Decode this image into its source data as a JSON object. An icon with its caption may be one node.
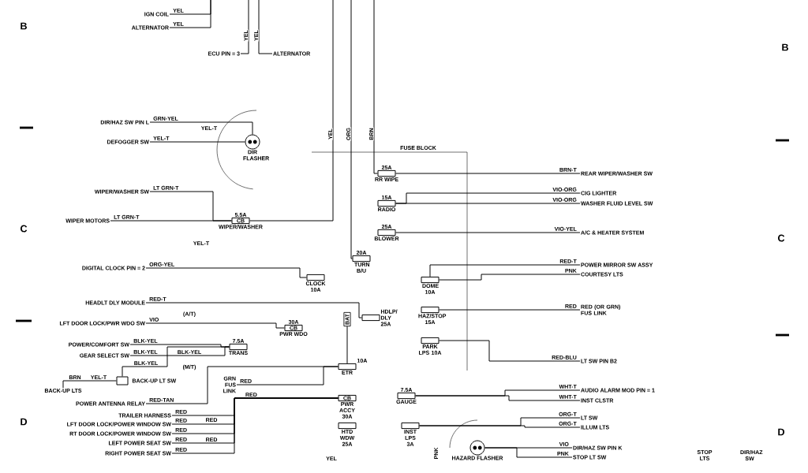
{
  "diagram": {
    "nodes": [
      {
        "text": [
          "IGN COIL"
        ]
      },
      {
        "text": [
          "ALTERNATOR"
        ]
      },
      {
        "text": [
          "ECU PIN = 3"
        ]
      },
      {
        "text": [
          "ALTERNATOR"
        ]
      },
      {
        "text": [
          "DIR/HAZ SW PIN L"
        ]
      },
      {
        "text": [
          "DEFOGGER SW"
        ]
      },
      {
        "text": [
          "DIR FLASHER"
        ]
      },
      {
        "text": [
          "WIPER/WASHER SW"
        ]
      },
      {
        "text": [
          "WIPER MOTORS"
        ]
      },
      {
        "text": [
          "5.5A",
          "CB",
          "WIPER/WASHER"
        ]
      },
      {
        "text": [
          "DIGITAL CLOCK PIN = 2"
        ]
      },
      {
        "text": [
          "CLOCK 10A"
        ]
      },
      {
        "text": [
          "HEADLT DLY MODULE"
        ]
      },
      {
        "text": [
          "LFT DOOR LOCK/PWR WDO SW"
        ]
      },
      {
        "text": [
          "30A",
          "CB",
          "PWR WDO"
        ]
      },
      {
        "text": [
          "POWER/COMFORT SW"
        ]
      },
      {
        "text": [
          "GEAR SELECT SW"
        ]
      },
      {
        "text": [
          "7.5A",
          "TRANS"
        ]
      },
      {
        "text": [
          "BACK-UP LT SW"
        ]
      },
      {
        "text": [
          "BACK-UP LTS"
        ]
      },
      {
        "text": [
          "POWER ANTENNA RELAY"
        ]
      },
      {
        "text": [
          "GRN FUS LINK"
        ]
      },
      {
        "text": [
          "TRAILER HARNESS"
        ]
      },
      {
        "text": [
          "LFT DOOR LOCK/POWER WINDOW SW"
        ]
      },
      {
        "text": [
          "RT DOOR LOCK/POWER WINDOW SW"
        ]
      },
      {
        "text": [
          "LEFT POWER SEAT SW"
        ]
      },
      {
        "text": [
          "RIGHT POWER SEAT SW"
        ]
      },
      {
        "text": [
          "BAT"
        ]
      },
      {
        "text": [
          "10A",
          "ETR"
        ]
      },
      {
        "text": [
          "CB",
          "PWR ACCY 30A"
        ]
      },
      {
        "text": [
          "HTD WDW 25A"
        ]
      },
      {
        "text": [
          "HDLP/ DLY 25A"
        ]
      },
      {
        "text": [
          "25A",
          "RR WIPE"
        ]
      },
      {
        "text": [
          "15A",
          "RADIO"
        ]
      },
      {
        "text": [
          "25A",
          "BLOWER"
        ]
      },
      {
        "text": [
          "20A",
          "TURN B/U"
        ]
      },
      {
        "text": [
          "DOME 10A"
        ]
      },
      {
        "text": [
          "HAZ/STOP 15A"
        ]
      },
      {
        "text": [
          "PARK LPS 10A"
        ]
      },
      {
        "text": [
          "7.5A",
          "GAUGE"
        ]
      },
      {
        "text": [
          "INST LPS 3A"
        ]
      },
      {
        "text": [
          "HAZARD FLASHER"
        ]
      },
      {
        "text": [
          "REAR WIPER/WASHER SW"
        ]
      },
      {
        "text": [
          "CIG LIGHTER"
        ]
      },
      {
        "text": [
          "WASHER FLUID LEVEL SW"
        ]
      },
      {
        "text": [
          "A/C & HEATER SYSTEM"
        ]
      },
      {
        "text": [
          "POWER MIRROR SW ASSY"
        ]
      },
      {
        "text": [
          "COURTESY LTS"
        ]
      },
      {
        "text": [
          "RED (OR GRN) FUS LINK"
        ]
      },
      {
        "text": [
          "LT SW PIN B2"
        ]
      },
      {
        "text": [
          "AUDIO ALARM MOD PIN = 1"
        ]
      },
      {
        "text": [
          "INST CLSTR"
        ]
      },
      {
        "text": [
          "LT SW"
        ]
      },
      {
        "text": [
          "ILLUM LTS"
        ]
      },
      {
        "text": [
          "DIR/HAZ SW PIN K"
        ]
      },
      {
        "text": [
          "STOP LT SW"
        ]
      }
    ],
    "edges": [
      {
        "from": 0,
        "to": null,
        "arrow": "none",
        "label": "YEL"
      },
      {
        "from": 1,
        "to": null,
        "arrow": "none",
        "label": "YEL"
      },
      {
        "from": 2,
        "to": null,
        "arrow": "none",
        "label": "YEL"
      },
      {
        "from": 3,
        "to": null,
        "arrow": "none",
        "label": "YEL"
      },
      {
        "from": 4,
        "to": 6,
        "arrow": "none",
        "label": "GRN-YEL"
      },
      {
        "from": 5,
        "to": 6,
        "arrow": "none",
        "label": "YEL-T"
      },
      {
        "from": 7,
        "to": 9,
        "arrow": "none",
        "label": "LT GRN-T"
      },
      {
        "from": 8,
        "to": 9,
        "arrow": "none",
        "label": "LT GRN-T"
      },
      {
        "from": null,
        "to": 9,
        "arrow": "none",
        "label": "YEL"
      },
      {
        "from": null,
        "to": 35,
        "arrow": "none",
        "label": "ORG"
      },
      {
        "from": null,
        "to": 32,
        "arrow": "none",
        "label": "BRN"
      },
      {
        "from": 10,
        "to": 11,
        "arrow": "none",
        "label": "ORG-YEL"
      },
      {
        "from": 12,
        "to": 31,
        "arrow": "none",
        "label": "RED-T"
      },
      {
        "from": 13,
        "to": 14,
        "arrow": "none",
        "label": "VIO"
      },
      {
        "from": 15,
        "to": 17,
        "arrow": "none",
        "label": "BLK-YEL"
      },
      {
        "from": 16,
        "to": 17,
        "arrow": "none",
        "label": "BLK-YEL"
      },
      {
        "from": 19,
        "to": 18,
        "arrow": "none",
        "label": "BRN"
      },
      {
        "from": 18,
        "to": 17,
        "arrow": "none",
        "label": "BLK-YEL"
      },
      {
        "from": 20,
        "to": 28,
        "arrow": "none",
        "label": "RED-TAN"
      },
      {
        "from": 21,
        "to": 28,
        "arrow": "none",
        "label": "RED"
      },
      {
        "from": 22,
        "to": 29,
        "arrow": "none",
        "label": "RED"
      },
      {
        "from": 23,
        "to": 29,
        "arrow": "none",
        "label": "RED"
      },
      {
        "from": 24,
        "to": 29,
        "arrow": "none",
        "label": "RED"
      },
      {
        "from": 25,
        "to": 29,
        "arrow": "none",
        "label": "RED"
      },
      {
        "from": 26,
        "to": 29,
        "arrow": "none",
        "label": "RED"
      },
      {
        "from": 27,
        "to": 28,
        "arrow": "none"
      },
      {
        "from": 32,
        "to": 42,
        "arrow": "none",
        "label": "BRN-T"
      },
      {
        "from": 33,
        "to": 43,
        "arrow": "none",
        "label": "VIO-ORG"
      },
      {
        "from": 33,
        "to": 44,
        "arrow": "none",
        "label": "VIO-ORG"
      },
      {
        "from": 34,
        "to": 45,
        "arrow": "none",
        "label": "VIO-YEL"
      },
      {
        "from": 36,
        "to": 46,
        "arrow": "none",
        "label": "RED-T"
      },
      {
        "from": 36,
        "to": 47,
        "arrow": "none",
        "label": "PNK"
      },
      {
        "from": 37,
        "to": 48,
        "arrow": "none",
        "label": "RED"
      },
      {
        "from": 38,
        "to": 49,
        "arrow": "none",
        "label": "RED-BLU"
      },
      {
        "from": 39,
        "to": 50,
        "arrow": "none",
        "label": "WHT-T"
      },
      {
        "from": 39,
        "to": 51,
        "arrow": "none",
        "label": "WHT-T"
      },
      {
        "from": 40,
        "to": 52,
        "arrow": "none",
        "label": "ORG-T"
      },
      {
        "from": 40,
        "to": 53,
        "arrow": "none",
        "label": "ORG-T"
      },
      {
        "from": 41,
        "to": 54,
        "arrow": "none",
        "label": "VIO"
      },
      {
        "from": 41,
        "to": 55,
        "arrow": "none",
        "label": "PNK"
      }
    ],
    "labels": [
      "B",
      "B",
      "C",
      "C",
      "D",
      "D",
      "FUSE BLOCK",
      "YEL-T",
      "YEL-T",
      "(A/T)",
      "BLK-YEL",
      "(M/T)",
      "YEL-T",
      "RED",
      "RED",
      "RED",
      "YEL",
      "PNK",
      "STOP LTS",
      "DIR/HAZ SW"
    ]
  }
}
